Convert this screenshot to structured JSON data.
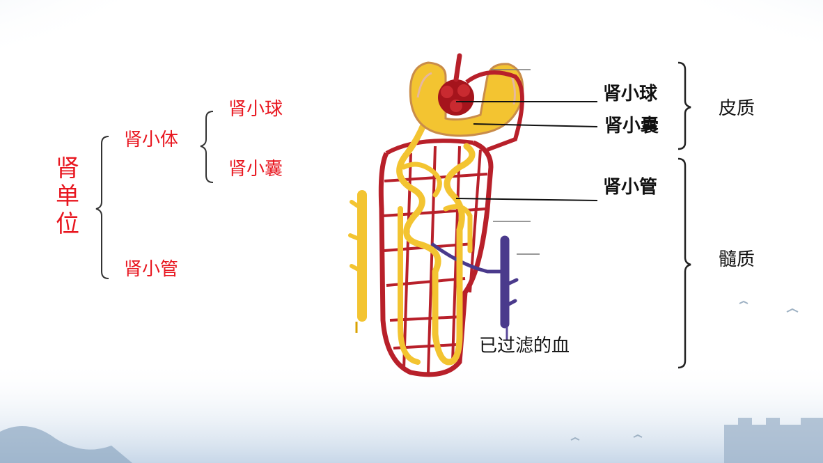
{
  "outline": {
    "root": "肾单位",
    "level1": [
      "肾小体",
      "肾小管"
    ],
    "level2": [
      "肾小球",
      "肾小囊"
    ]
  },
  "diagram_labels": {
    "glomerulus": "肾小球",
    "capsule": "肾小囊",
    "tubule": "肾小管",
    "filtered_blood": "已过滤的血"
  },
  "regions": {
    "cortex": "皮质",
    "medulla": "髓质"
  },
  "colors": {
    "red_text": "#e8161f",
    "artery": "#b8202a",
    "vein": "#4a3a8c",
    "tubule": "#f3c431",
    "bg_sky": "#cfdeec"
  }
}
